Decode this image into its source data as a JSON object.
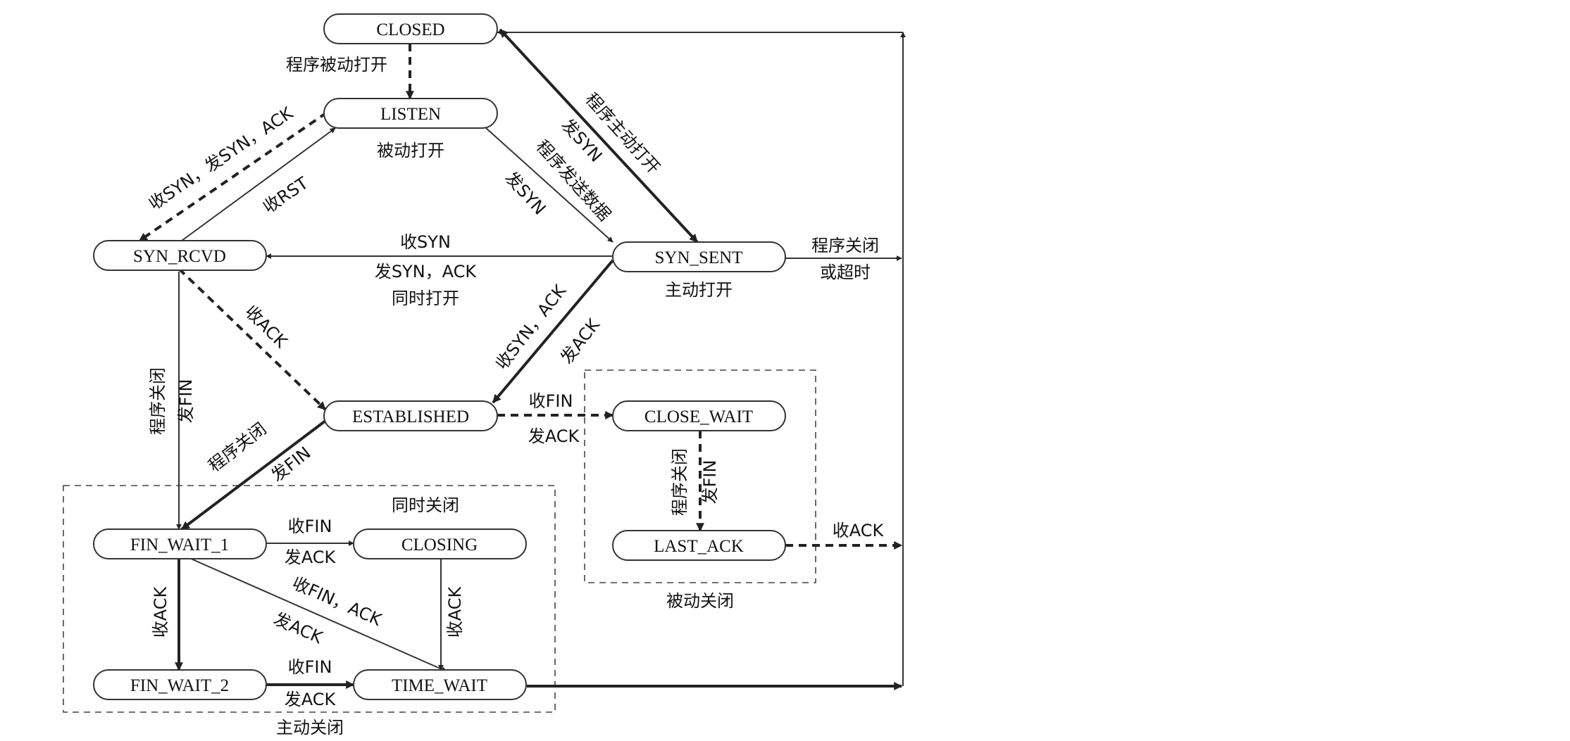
{
  "states": {
    "closed": "CLOSED",
    "listen": "LISTEN",
    "syn_rcvd": "SYN_RCVD",
    "syn_sent": "SYN_SENT",
    "established": "ESTABLISHED",
    "close_wait": "CLOSE_WAIT",
    "last_ack": "LAST_ACK",
    "fin_wait_1": "FIN_WAIT_1",
    "closing": "CLOSING",
    "fin_wait_2": "FIN_WAIT_2",
    "time_wait": "TIME_WAIT"
  },
  "labels": {
    "passive_open_app": "程序被动打开",
    "passive_open": "被动打开",
    "active_open_app": "程序主动打开",
    "send_syn": "发SYN",
    "app_send_data": "程序发送数据",
    "recv_syn_send_syn_ack": "收SYN，发SYN，ACK",
    "recv_rst": "收RST",
    "recv_syn": "收SYN",
    "send_syn_ack": "发SYN，ACK",
    "simultaneous_open": "同时打开",
    "app_close_or_timeout_1": "程序关闭",
    "app_close_or_timeout_2": "或超时",
    "active_open": "主动打开",
    "recv_ack": "收ACK",
    "recv_syn_ack": "收SYN，ACK",
    "send_ack": "发ACK",
    "app_close": "程序关闭",
    "send_fin": "发FIN",
    "recv_fin": "收FIN",
    "simultaneous_close": "同时关闭",
    "recv_fin_ack": "收FIN，ACK",
    "passive_close": "被动关闭",
    "active_close": "主动关闭"
  }
}
